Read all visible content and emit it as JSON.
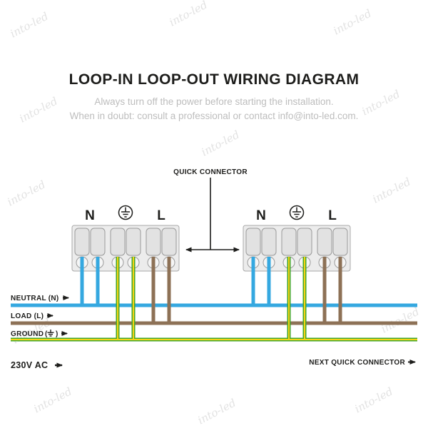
{
  "header": {
    "title": "LOOP-IN LOOP-OUT WIRING DIAGRAM",
    "subtitle_line1": "Always turn off the power before starting the installation.",
    "subtitle_line2": "When in doubt: consult a professional or contact info@into-led.com."
  },
  "watermark": {
    "text": "into-led"
  },
  "diagram": {
    "quick_connector_label": "QUICK CONNECTOR",
    "next_quick_connector_label": "NEXT QUICK CONNECTOR",
    "terminals": {
      "neutral": "N",
      "live": "L"
    },
    "labels": {
      "neutral": "NEUTRAL (N)",
      "load": "LOAD (L)",
      "ground": "GROUND",
      "ground_paren_open": "(",
      "ground_paren_close": ")",
      "supply": "230V AC"
    },
    "colors": {
      "neutral_blue": "#35a8e0",
      "load_brown": "#8d7156",
      "ground_green": "#41a62a",
      "ground_yellow": "#f5d313"
    }
  }
}
